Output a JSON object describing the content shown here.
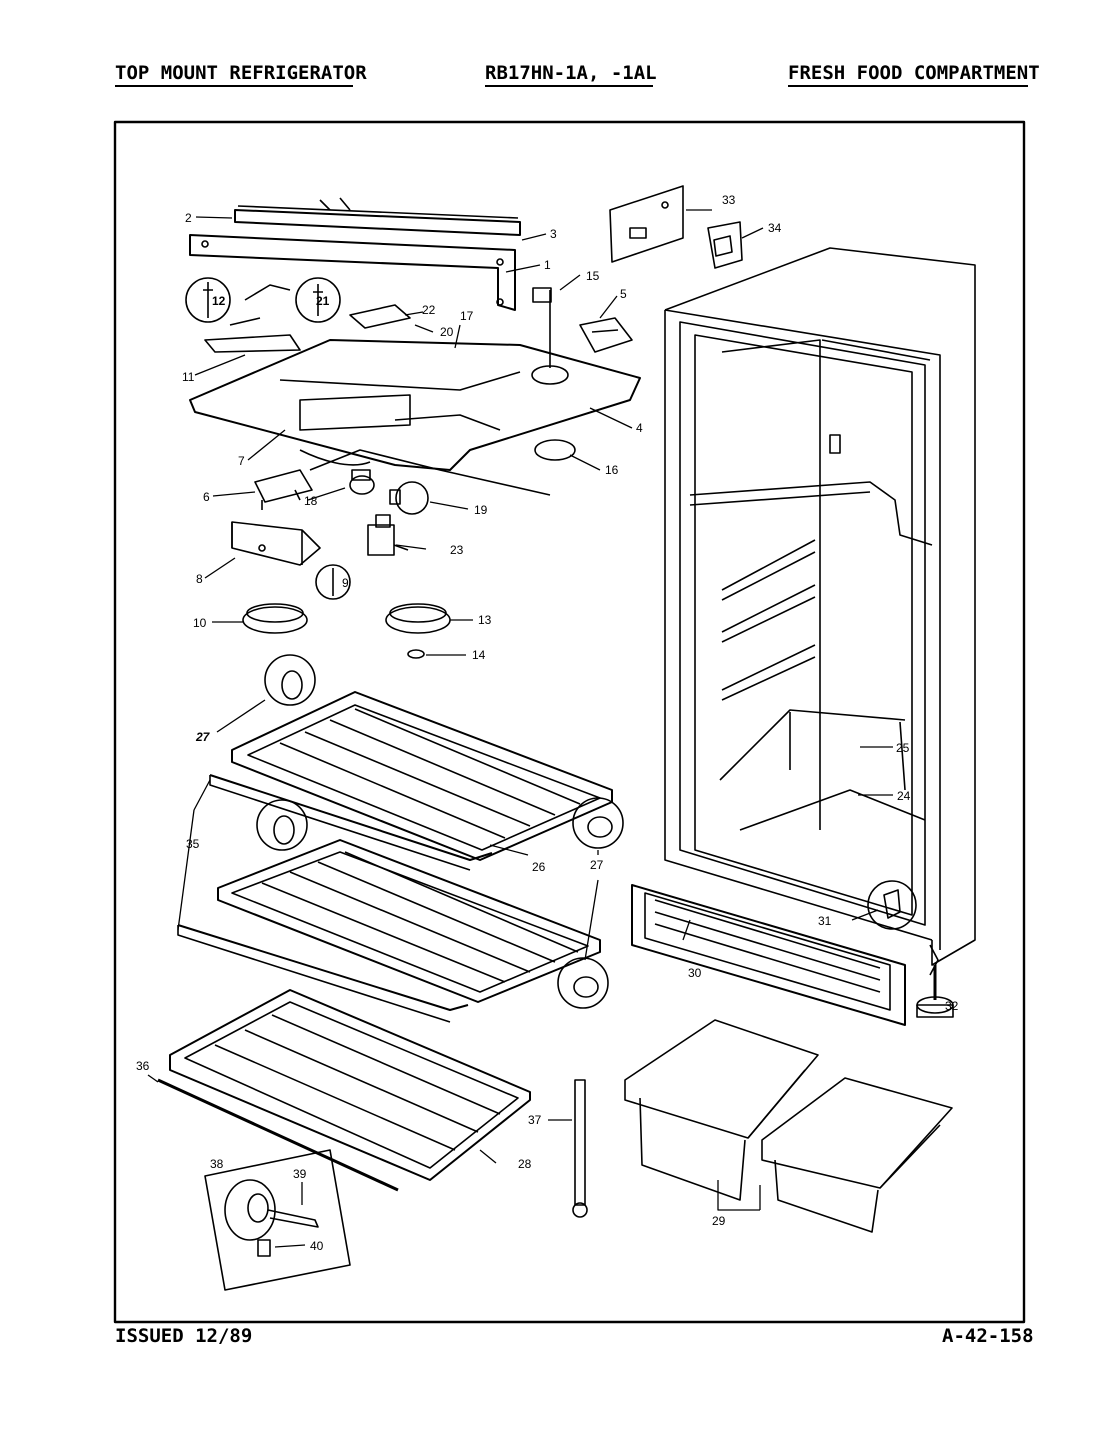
{
  "header": {
    "left": "TOP MOUNT REFRIGERATOR",
    "center": "RB17HN-1A, -1AL",
    "right": "FRESH FOOD COMPARTMENT"
  },
  "footer": {
    "issued": "ISSUED 12/89",
    "doc_number": "A-42-158"
  },
  "callouts": [
    "1",
    "2",
    "3",
    "4",
    "5",
    "6",
    "7",
    "8",
    "9",
    "10",
    "11",
    "12",
    "13",
    "14",
    "15",
    "16",
    "17",
    "18",
    "19",
    "20",
    "21",
    "22",
    "23",
    "24",
    "25",
    "26",
    "27",
    "28",
    "29",
    "30",
    "31",
    "32",
    "33",
    "34",
    "35",
    "36",
    "37",
    "38",
    "39",
    "40"
  ]
}
